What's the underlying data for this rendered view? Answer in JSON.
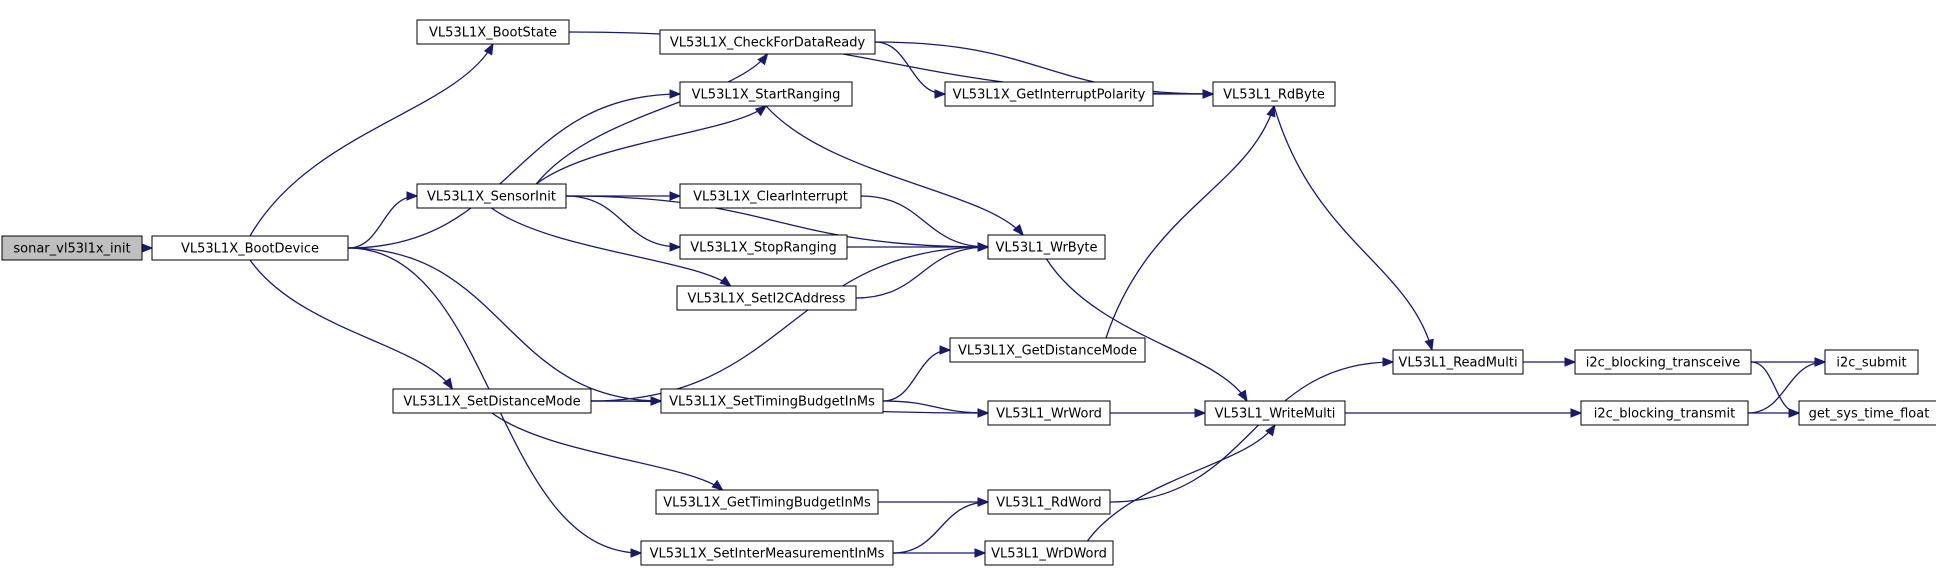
{
  "graph": {
    "root": "sonar_vl53l1x_init",
    "nodes": [
      {
        "id": "sonar_vl53l1x_init",
        "label": "sonar_vl53l1x_init",
        "root": true
      },
      {
        "id": "VL53L1X_BootDevice",
        "label": "VL53L1X_BootDevice"
      },
      {
        "id": "VL53L1X_BootState",
        "label": "VL53L1X_BootState"
      },
      {
        "id": "VL53L1X_SensorInit",
        "label": "VL53L1X_SensorInit"
      },
      {
        "id": "VL53L1X_SetDistanceMode",
        "label": "VL53L1X_SetDistanceMode"
      },
      {
        "id": "VL53L1X_SetInterMeasurementInMs",
        "label": "VL53L1X_SetInterMeasurementInMs"
      },
      {
        "id": "VL53L1X_CheckForDataReady",
        "label": "VL53L1X_CheckForDataReady"
      },
      {
        "id": "VL53L1X_StartRanging",
        "label": "VL53L1X_StartRanging"
      },
      {
        "id": "VL53L1X_ClearInterrupt",
        "label": "VL53L1X_ClearInterrupt"
      },
      {
        "id": "VL53L1X_StopRanging",
        "label": "VL53L1X_StopRanging"
      },
      {
        "id": "VL53L1X_SetI2CAddress",
        "label": "VL53L1X_SetI2CAddress"
      },
      {
        "id": "VL53L1X_SetTimingBudgetInMs",
        "label": "VL53L1X_SetTimingBudgetInMs"
      },
      {
        "id": "VL53L1X_GetTimingBudgetInMs",
        "label": "VL53L1X_GetTimingBudgetInMs"
      },
      {
        "id": "VL53L1X_GetInterruptPolarity",
        "label": "VL53L1X_GetInterruptPolarity"
      },
      {
        "id": "VL53L1X_GetDistanceMode",
        "label": "VL53L1X_GetDistanceMode"
      },
      {
        "id": "VL53L1_WrByte",
        "label": "VL53L1_WrByte"
      },
      {
        "id": "VL53L1_WrWord",
        "label": "VL53L1_WrWord"
      },
      {
        "id": "VL53L1_RdWord",
        "label": "VL53L1_RdWord"
      },
      {
        "id": "VL53L1_WrDWord",
        "label": "VL53L1_WrDWord"
      },
      {
        "id": "VL53L1_RdByte",
        "label": "VL53L1_RdByte"
      },
      {
        "id": "VL53L1_WriteMulti",
        "label": "VL53L1_WriteMulti"
      },
      {
        "id": "VL53L1_ReadMulti",
        "label": "VL53L1_ReadMulti"
      },
      {
        "id": "i2c_blocking_transceive",
        "label": "i2c_blocking_transceive"
      },
      {
        "id": "i2c_blocking_transmit",
        "label": "i2c_blocking_transmit"
      },
      {
        "id": "i2c_submit",
        "label": "i2c_submit"
      },
      {
        "id": "get_sys_time_float",
        "label": "get_sys_time_float"
      }
    ],
    "edges": [
      [
        "sonar_vl53l1x_init",
        "VL53L1X_BootDevice"
      ],
      [
        "VL53L1X_BootDevice",
        "VL53L1X_BootState"
      ],
      [
        "VL53L1X_BootDevice",
        "VL53L1X_StartRanging"
      ],
      [
        "VL53L1X_BootDevice",
        "VL53L1X_SensorInit"
      ],
      [
        "VL53L1X_BootDevice",
        "VL53L1X_SetTimingBudgetInMs"
      ],
      [
        "VL53L1X_BootDevice",
        "VL53L1X_SetDistanceMode"
      ],
      [
        "VL53L1X_BootDevice",
        "VL53L1X_SetInterMeasurementInMs"
      ],
      [
        "VL53L1X_BootState",
        "VL53L1_RdByte"
      ],
      [
        "VL53L1X_SensorInit",
        "VL53L1X_CheckForDataReady"
      ],
      [
        "VL53L1X_SensorInit",
        "VL53L1X_StartRanging"
      ],
      [
        "VL53L1X_SensorInit",
        "VL53L1_WrByte"
      ],
      [
        "VL53L1X_SensorInit",
        "VL53L1X_ClearInterrupt"
      ],
      [
        "VL53L1X_SensorInit",
        "VL53L1X_StopRanging"
      ],
      [
        "VL53L1X_SensorInit",
        "VL53L1X_SetI2CAddress"
      ],
      [
        "VL53L1X_CheckForDataReady",
        "VL53L1_RdByte"
      ],
      [
        "VL53L1X_CheckForDataReady",
        "VL53L1X_GetInterruptPolarity"
      ],
      [
        "VL53L1X_GetInterruptPolarity",
        "VL53L1_RdByte"
      ],
      [
        "VL53L1X_StartRanging",
        "VL53L1_WrByte"
      ],
      [
        "VL53L1X_ClearInterrupt",
        "VL53L1_WrByte"
      ],
      [
        "VL53L1X_StopRanging",
        "VL53L1_WrByte"
      ],
      [
        "VL53L1X_SetI2CAddress",
        "VL53L1_WrByte"
      ],
      [
        "VL53L1X_SetDistanceMode",
        "VL53L1_WrByte"
      ],
      [
        "VL53L1X_SetDistanceMode",
        "VL53L1X_SetTimingBudgetInMs"
      ],
      [
        "VL53L1X_SetDistanceMode",
        "VL53L1_WrWord"
      ],
      [
        "VL53L1X_SetDistanceMode",
        "VL53L1X_GetTimingBudgetInMs"
      ],
      [
        "VL53L1X_SetTimingBudgetInMs",
        "VL53L1X_GetDistanceMode"
      ],
      [
        "VL53L1X_SetTimingBudgetInMs",
        "VL53L1_WrWord"
      ],
      [
        "VL53L1X_GetDistanceMode",
        "VL53L1_RdByte"
      ],
      [
        "VL53L1X_GetTimingBudgetInMs",
        "VL53L1_RdWord"
      ],
      [
        "VL53L1X_SetInterMeasurementInMs",
        "VL53L1_RdWord"
      ],
      [
        "VL53L1X_SetInterMeasurementInMs",
        "VL53L1_WrDWord"
      ],
      [
        "VL53L1_WrByte",
        "VL53L1_WriteMulti"
      ],
      [
        "VL53L1_WrWord",
        "VL53L1_WriteMulti"
      ],
      [
        "VL53L1_WrDWord",
        "VL53L1_WriteMulti"
      ],
      [
        "VL53L1_RdWord",
        "VL53L1_ReadMulti"
      ],
      [
        "VL53L1_RdByte",
        "VL53L1_ReadMulti"
      ],
      [
        "VL53L1_ReadMulti",
        "i2c_blocking_transceive"
      ],
      [
        "VL53L1_WriteMulti",
        "i2c_blocking_transmit"
      ],
      [
        "i2c_blocking_transceive",
        "i2c_submit"
      ],
      [
        "i2c_blocking_transceive",
        "get_sys_time_float"
      ],
      [
        "i2c_blocking_transmit",
        "i2c_submit"
      ],
      [
        "i2c_blocking_transmit",
        "get_sys_time_float"
      ]
    ],
    "colors": {
      "edge": "#191970",
      "root_fill": "#bfbfbf",
      "node_fill": "#ffffff",
      "node_border": "#000000"
    }
  }
}
